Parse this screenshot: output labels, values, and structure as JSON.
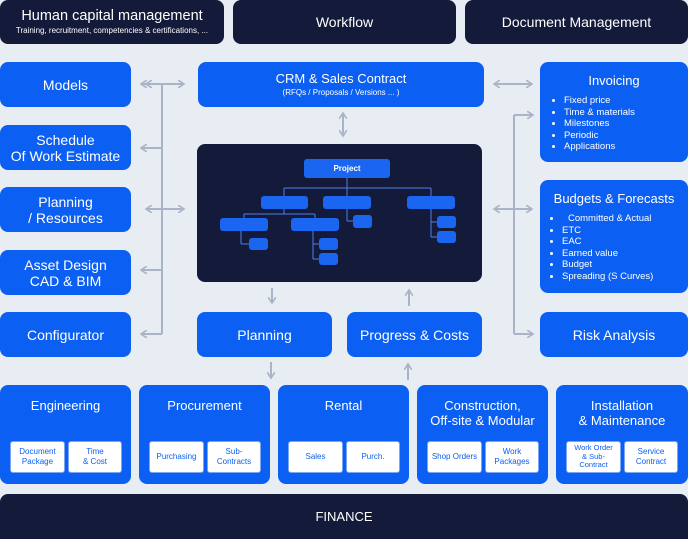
{
  "top": {
    "hcm_title": "Human capital management",
    "hcm_sub": "Training, recruitment, competencies & certifications, ...",
    "workflow": "Workflow",
    "document_management": "Document Management"
  },
  "left": {
    "models": "Models",
    "schedule_l1": "Schedule",
    "schedule_l2": "Of Work Estimate",
    "planning_l1": "Planning",
    "planning_l2": "/ Resources",
    "asset_l1": "Asset Design",
    "asset_l2": "CAD & BIM",
    "configurator": "Configurator"
  },
  "crm": {
    "title": "CRM & Sales Contract",
    "sub": "(RFQs / Proposals / Versions ... )"
  },
  "project": {
    "label": "Project"
  },
  "mid": {
    "planning": "Planning",
    "progress": "Progress & Costs"
  },
  "right": {
    "invoicing": {
      "title": "Invoicing",
      "items": [
        "Fixed price",
        "Time & materials",
        "Milestones",
        "Periodic",
        "Applications"
      ]
    },
    "budgets": {
      "title": "Budgets & Forecasts",
      "items": [
        "Committed & Actual",
        "ETC",
        "EAC",
        "Earned value",
        "Budget",
        "Spreading (S Curves)"
      ]
    },
    "risk": "Risk Analysis"
  },
  "bottom": {
    "engineering": {
      "title": "Engineering",
      "sub1_l1": "Document",
      "sub1_l2": "Package",
      "sub2_l1": "Time",
      "sub2_l2": "& Cost"
    },
    "procurement": {
      "title": "Procurement",
      "sub1": "Purchasing",
      "sub2_l1": "Sub-",
      "sub2_l2": "Contracts"
    },
    "rental": {
      "title": "Rental",
      "sub1": "Sales",
      "sub2": "Purch."
    },
    "construction": {
      "title_l1": "Construction,",
      "title_l2": "Off-site & Modular",
      "sub1": "Shop Orders",
      "sub2_l1": "Work",
      "sub2_l2": "Packages"
    },
    "installation": {
      "title_l1": "Installation",
      "title_l2": "& Maintenance",
      "sub1_l1": "Work Order",
      "sub1_l2": "& Sub-",
      "sub1_l3": "Contract",
      "sub2_l1": "Service",
      "sub2_l2": "Contract"
    }
  },
  "finance": "FINANCE",
  "colors": {
    "dark": "#131a3a",
    "blue": "#0b5ff2",
    "background": "#e8ecf3",
    "arrow": "#a9b4c7"
  }
}
